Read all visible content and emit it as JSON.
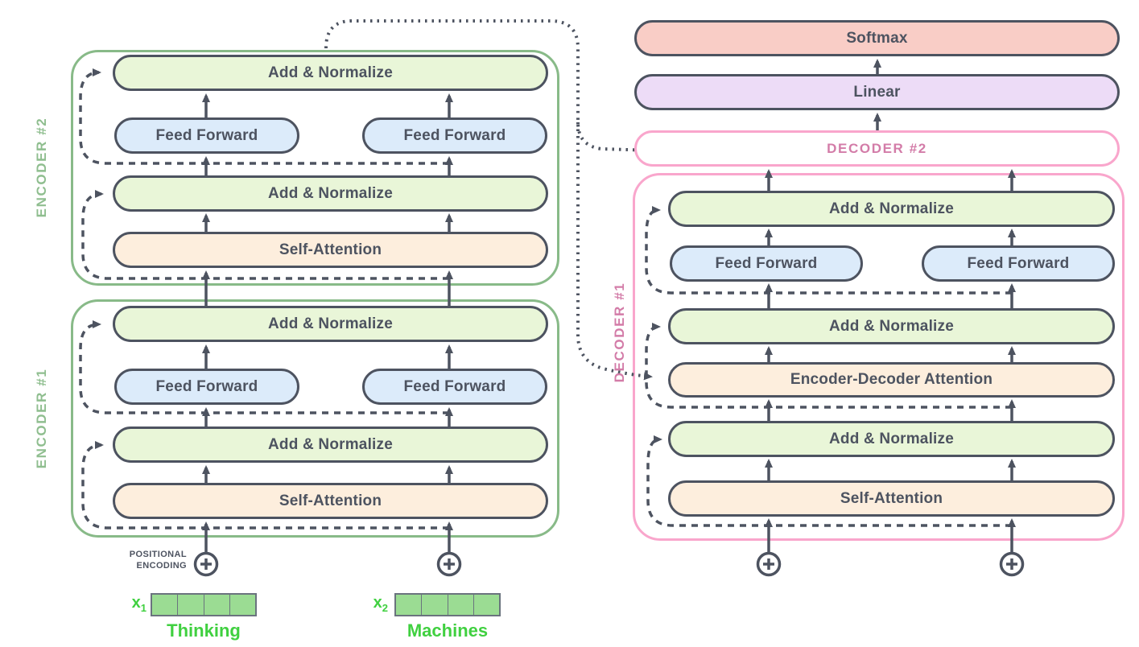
{
  "diagram": "transformer-encoder-decoder-architecture",
  "blocks": {
    "add_normalize": "Add & Normalize",
    "feed_forward": "Feed Forward",
    "self_attention": "Self-Attention",
    "encoder_decoder_attention": "Encoder-Decoder Attention",
    "linear": "Linear",
    "softmax": "Softmax"
  },
  "containers": {
    "encoder2": "ENCODER #2",
    "encoder1": "ENCODER #1",
    "decoder2": "DECODER #2",
    "decoder1": "DECODER #1"
  },
  "inputs": {
    "positional_line1": "POSITIONAL",
    "positional_line2": "ENCODING",
    "x_base": "x",
    "x1_sub": "1",
    "x2_sub": "2",
    "word1": "Thinking",
    "word2": "Machines",
    "embedding_cells": 4
  },
  "colors": {
    "outline_dark": "#4d5360",
    "encoder_border_green": "#88ba88",
    "encoder_label_green": "#8fbe8f",
    "decoder_border_pink": "#f9a6cc",
    "decoder_label_pink": "#d37ca8",
    "add_normalize_fill": "#e9f6d8",
    "feed_forward_fill": "#dcebfa",
    "attention_fill": "#fdeedd",
    "softmax_fill": "#f9cdc6",
    "linear_fill": "#eddcf7",
    "embedding_fill": "#9bdc93",
    "input_text_green": "#40d040"
  }
}
